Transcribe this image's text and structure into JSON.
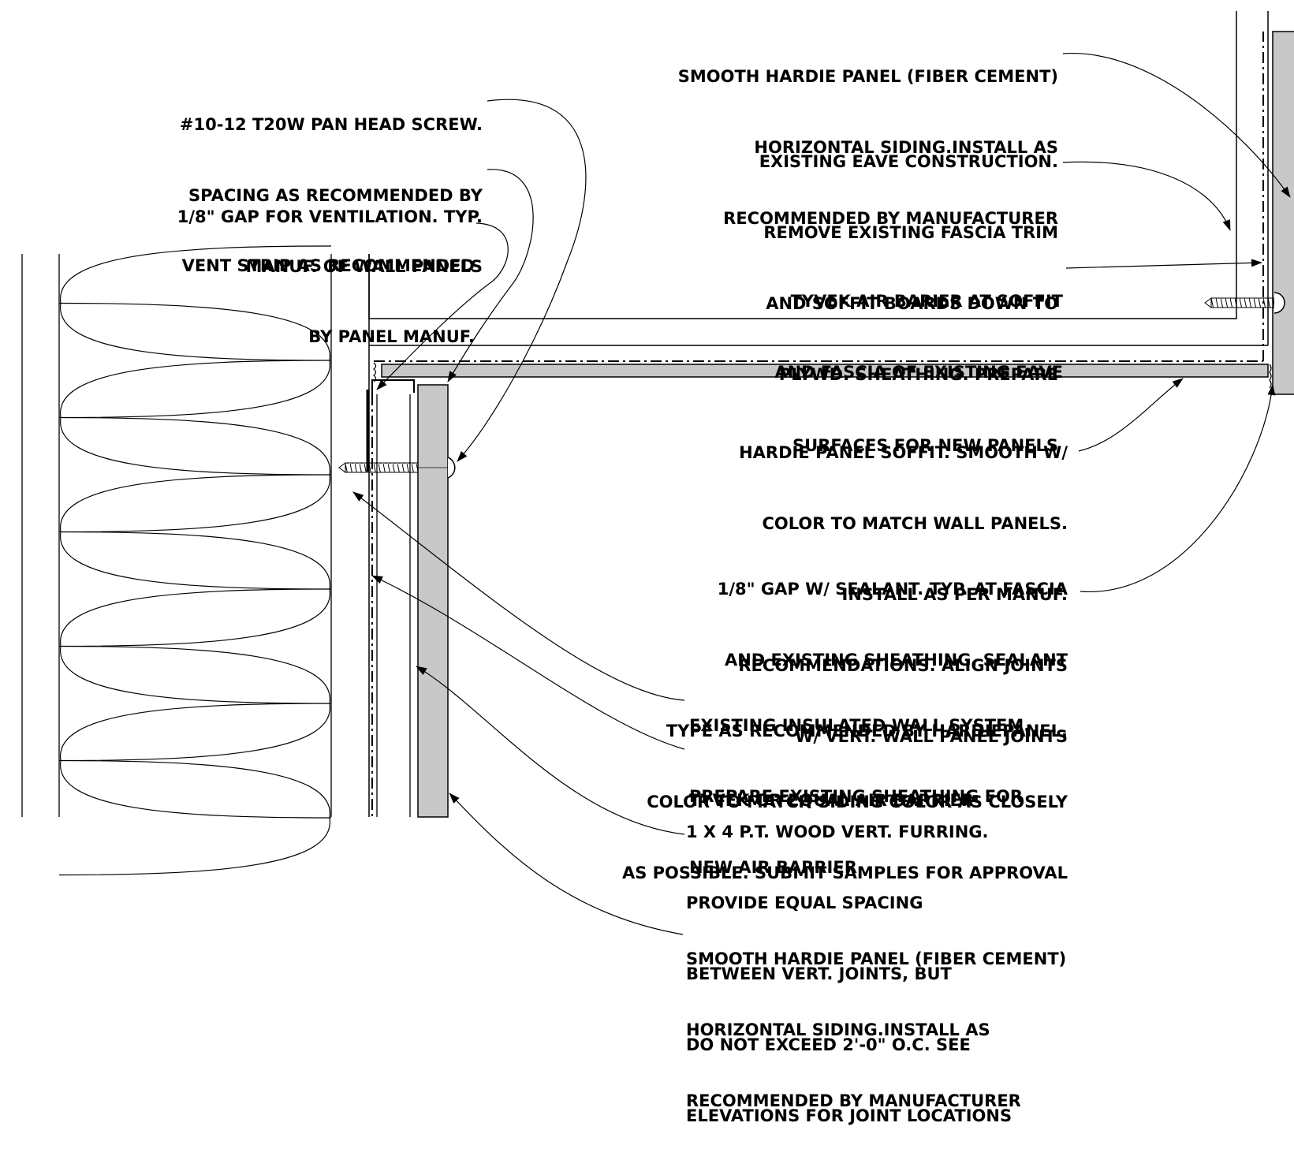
{
  "colors": {
    "line": "#000000",
    "panel_fill": "#c8c8c8",
    "background": "#ffffff"
  },
  "notes": {
    "siding_top": {
      "lines": [
        "SMOOTH HARDIE PANEL (FIBER CEMENT)",
        "HORIZONTAL SIDING.INSTALL AS",
        "RECOMMENDED BY MANUFACTURER"
      ]
    },
    "eave": {
      "lines": [
        "EXISTING EAVE CONSTRUCTION.",
        "REMOVE EXISTING FASCIA TRIM",
        "AND SOFFIT BOARDS DOWN TO",
        "PLYWD. SHEATHING. PREPARE",
        "SURFACES FOR NEW PANELS"
      ]
    },
    "tyvek_soffit": {
      "lines": [
        "TYVEK AIR BARIER AT SOFFIT",
        "AND FASCIA OF EXISTING EAVE"
      ]
    },
    "screw": {
      "lines": [
        "#10-12 T20W PAN HEAD SCREW.",
        "SPACING AS RECOMMENDED BY",
        "MANUF. OF WALL PANELS"
      ]
    },
    "gap_vent": {
      "lines": [
        "1/8\" GAP FOR VENTILATION. TYP."
      ]
    },
    "vent_strip": {
      "lines": [
        "VENT STRIP AS RECOMMENDED",
        "BY PANEL MANUF."
      ]
    },
    "soffit_panel": {
      "lines": [
        "HARDIE PANEL SOFFIT. SMOOTH W/",
        "COLOR TO MATCH WALL PANELS.",
        "INSTALL AS PER MANUF.",
        "RECOMMENDATIONS. ALIGN JOINTS",
        "W/ VERT. WALL PANEL JOINTS"
      ]
    },
    "sealant": {
      "lines": [
        "1/8\" GAP W/ SEALANT. TYP. AT FASCIA",
        "AND EXISTING SHEATHING. SEALANT",
        "TYPE AS RECOMMENDED BY HARDIEPANEL.",
        "COLOR TO MATCH SIDING COLOR AS CLOSELY",
        "AS POSSIBLE. SUBMIT SAMPLES FOR APPROVAL"
      ]
    },
    "wall_system": {
      "lines": [
        "EXISTING INSULATED WALL SYSTEM.",
        "PREPARE EXISTING SHEATHING FOR",
        "NEW AIR BARRIER"
      ]
    },
    "tyvek_wall": {
      "lines": [
        "TYVEK OR EQUAL AIR BARRIER"
      ]
    },
    "furring": {
      "lines": [
        "1 X 4 P.T. WOOD VERT. FURRING.",
        "PROVIDE EQUAL SPACING",
        "BETWEEN VERT. JOINTS, BUT",
        "DO NOT EXCEED 2'-0\" O.C. SEE",
        "ELEVATIONS FOR JOINT LOCATIONS"
      ]
    },
    "siding_bottom": {
      "lines": [
        "SMOOTH HARDIE PANEL (FIBER CEMENT)",
        "HORIZONTAL SIDING.INSTALL AS",
        "RECOMMENDED BY MANUFACTURER"
      ]
    }
  }
}
